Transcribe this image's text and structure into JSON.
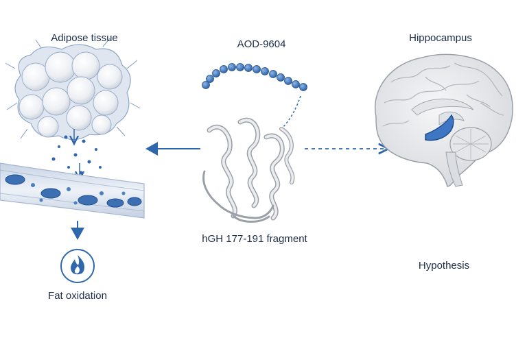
{
  "labels": {
    "adipose": "Adipose tissue",
    "aod": "AOD-9604",
    "hippocampus": "Hippocampus",
    "hgh_fragment": "hGH 177-191 fragment",
    "hypothesis": "Hypothesis",
    "fat_oxidation": "Fat oxidation"
  },
  "icons": {
    "fat_oxidation": "flame-icon",
    "adipose": "adipocyte-cluster-icon",
    "vessel": "blood-vessel-icon",
    "peptide": "peptide-chain-icon",
    "protein": "protein-ribbon-icon",
    "brain": "brain-icon"
  },
  "colors": {
    "accent": "#2f67ad",
    "text": "#1c2b47",
    "gray": "#b8bcc4"
  }
}
